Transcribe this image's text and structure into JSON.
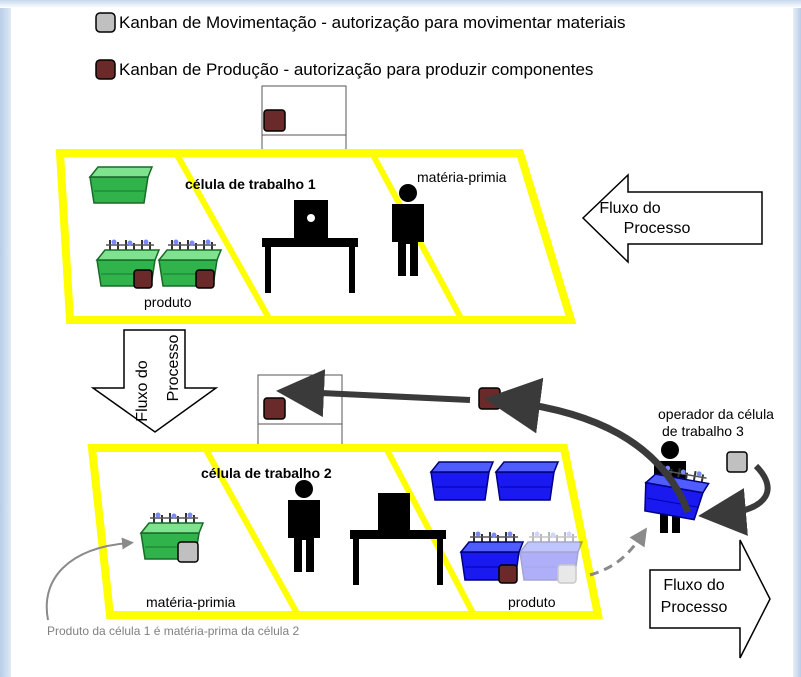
{
  "legend": {
    "movement_kanban": "Kanban de Movimentação - autorização para movimentar materiais",
    "production_kanban": "Kanban de Produção - autorização para produzir componentes"
  },
  "cell1": {
    "title": "célula de trabalho 1",
    "raw_material": "matéria-primia",
    "product": "produto"
  },
  "cell2": {
    "title": "célula de trabalho 2",
    "raw_material": "matéria-primia",
    "product": "produto"
  },
  "operator3": {
    "line1": "operador da célula",
    "line2": "de trabalho 3"
  },
  "flow_arrows": {
    "right_top": [
      "Fluxo do",
      "Processo"
    ],
    "vertical": [
      "Fluxo do",
      "Processo"
    ],
    "right_bottom": [
      "Fluxo do",
      "Processo"
    ]
  },
  "note": "Produto da célula 1 é matéria-prima da célula 2",
  "colors": {
    "cell_border": "#ffff00",
    "movement_kanban": "#c0c0c0",
    "production_kanban": "#6b2a2a",
    "green_bin": "#2fb34a",
    "blue_bin": "#1a1af0",
    "faded_blue_bin": "#b7bdf2",
    "arrow_dark": "#3a3a3a"
  }
}
